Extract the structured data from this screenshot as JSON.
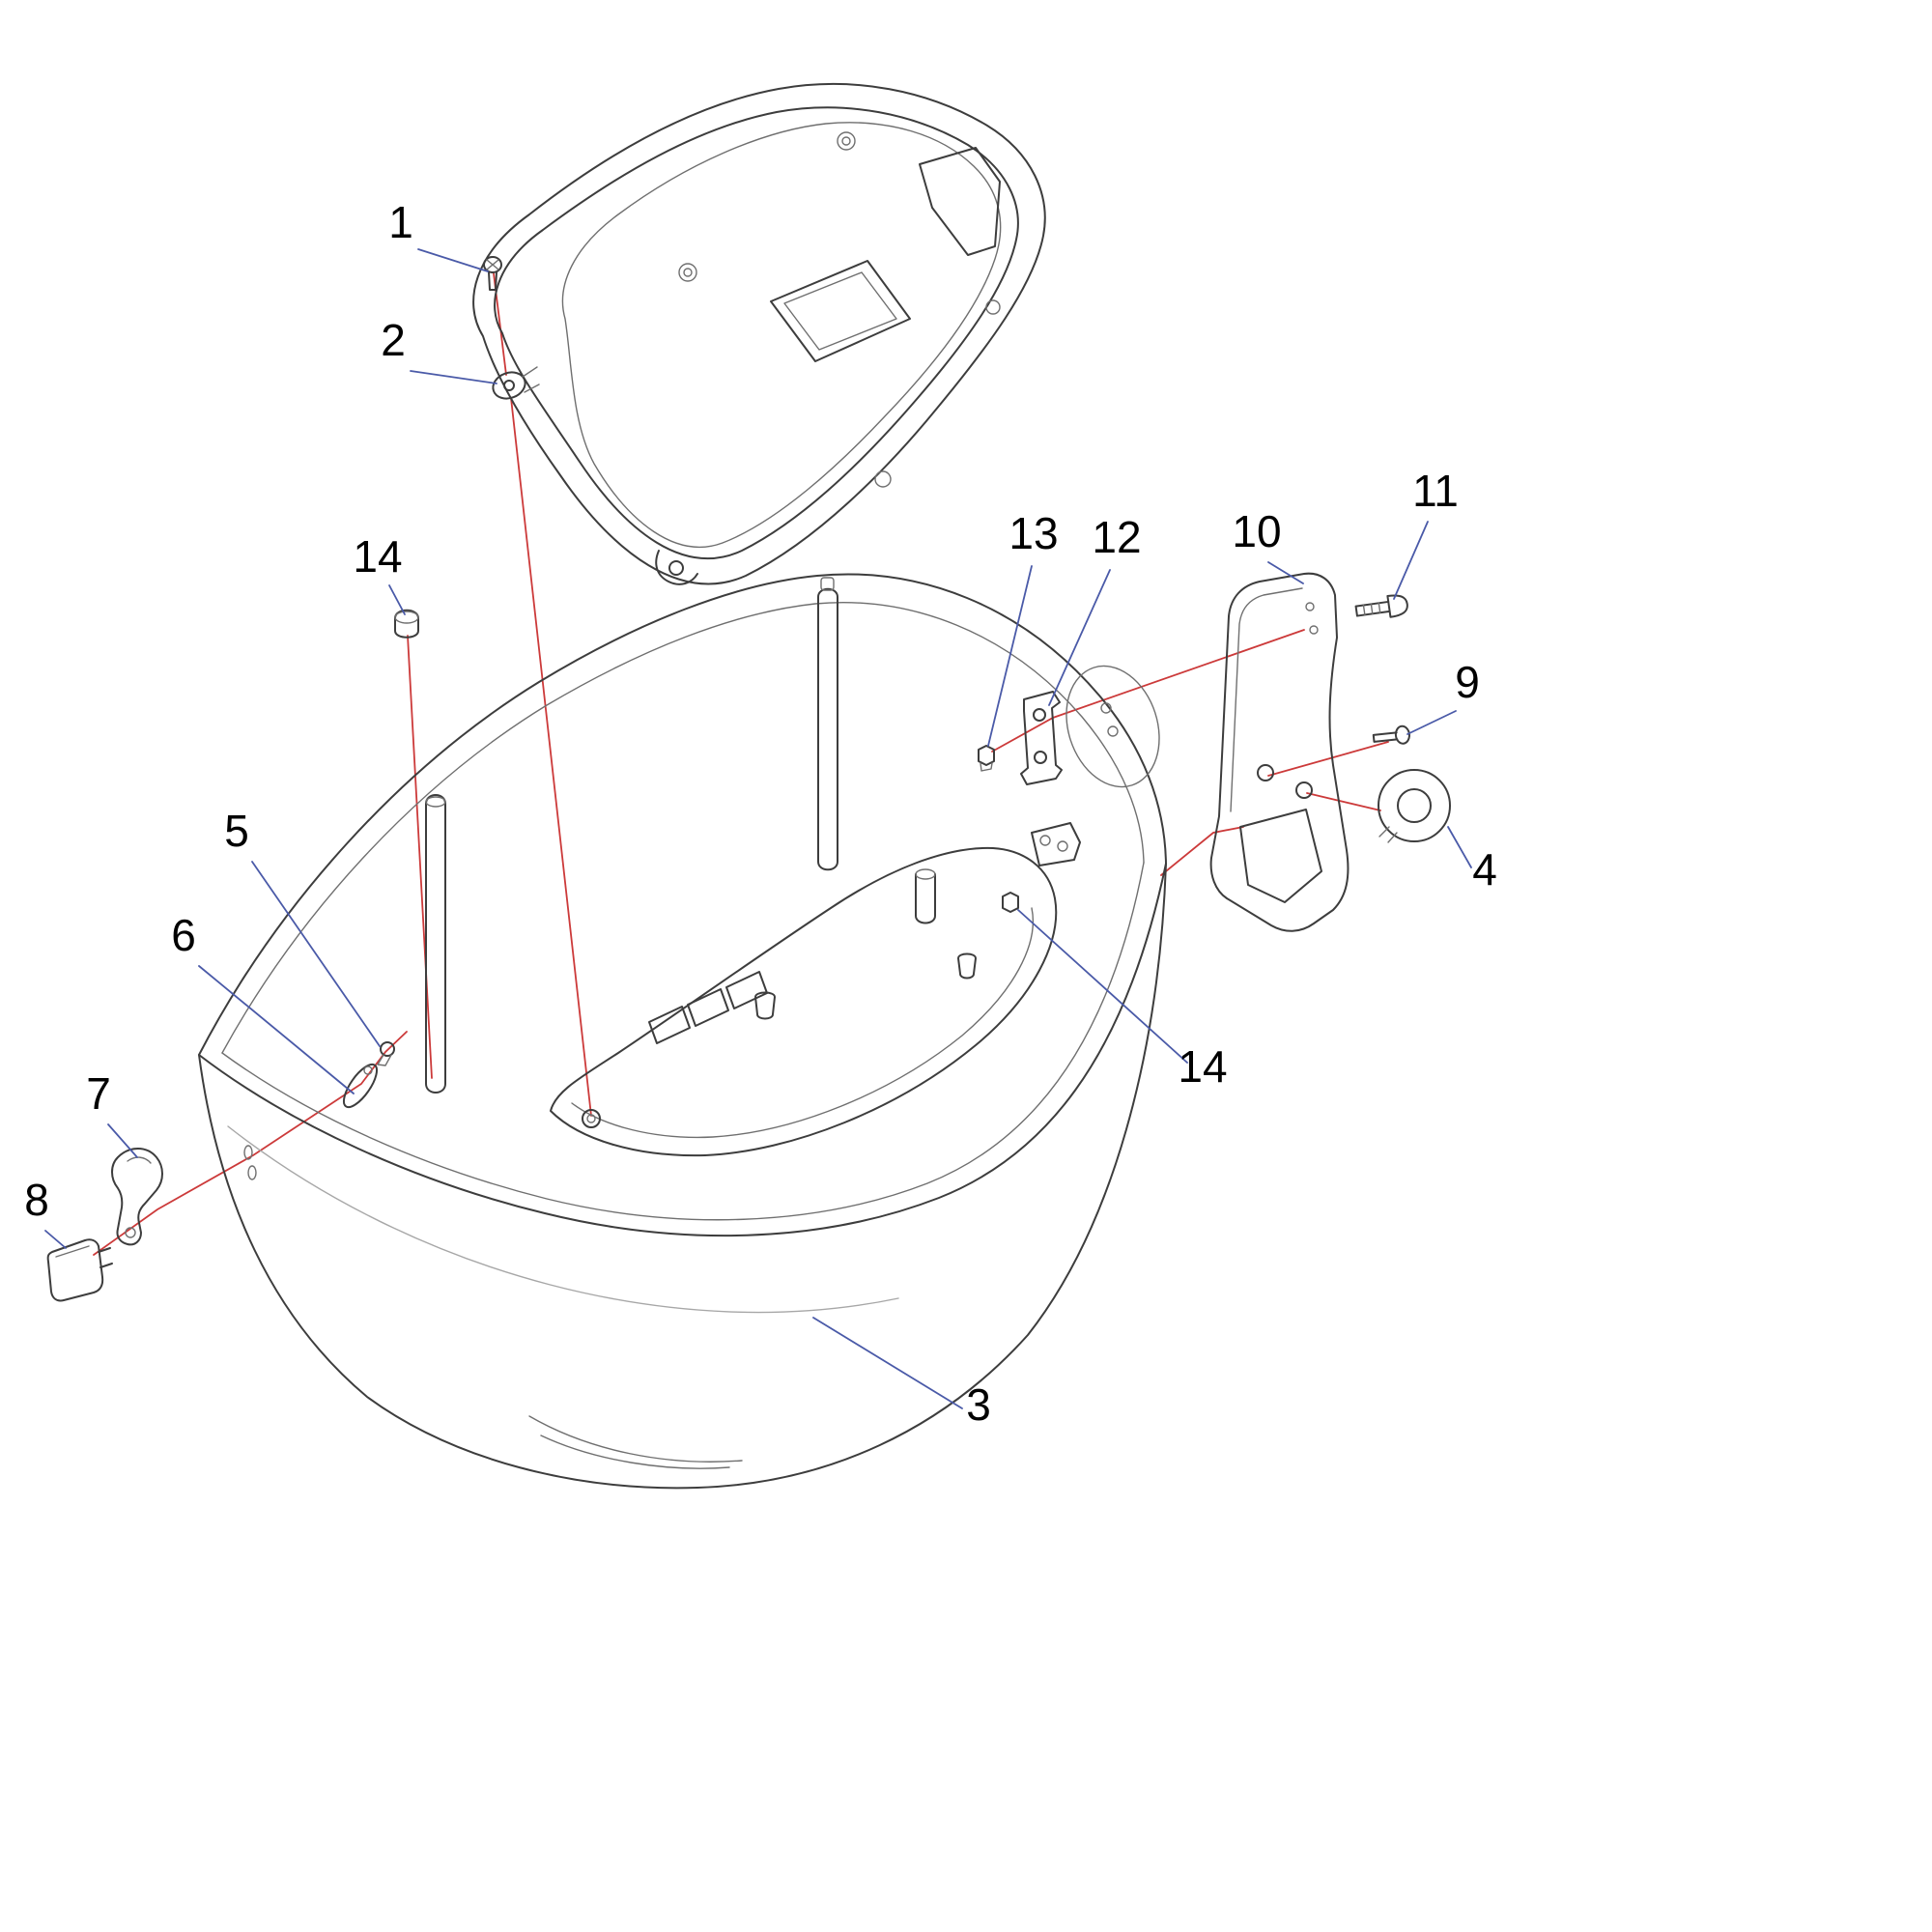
{
  "diagram": {
    "type": "exploded-parts-diagram",
    "background": "#ffffff",
    "colors": {
      "outline": "#3d3d3d",
      "leader_line": "#4a5aa8",
      "assembly_axis_line": "#cc3a3a",
      "label_text": "#000000"
    },
    "callouts": [
      {
        "label": "1"
      },
      {
        "label": "2"
      },
      {
        "label": "14"
      },
      {
        "label": "13"
      },
      {
        "label": "12"
      },
      {
        "label": "10"
      },
      {
        "label": "11"
      },
      {
        "label": "9"
      },
      {
        "label": "4"
      },
      {
        "label": "5"
      },
      {
        "label": "6"
      },
      {
        "label": "7"
      },
      {
        "label": "8"
      },
      {
        "label": "14"
      },
      {
        "label": "3"
      }
    ]
  }
}
